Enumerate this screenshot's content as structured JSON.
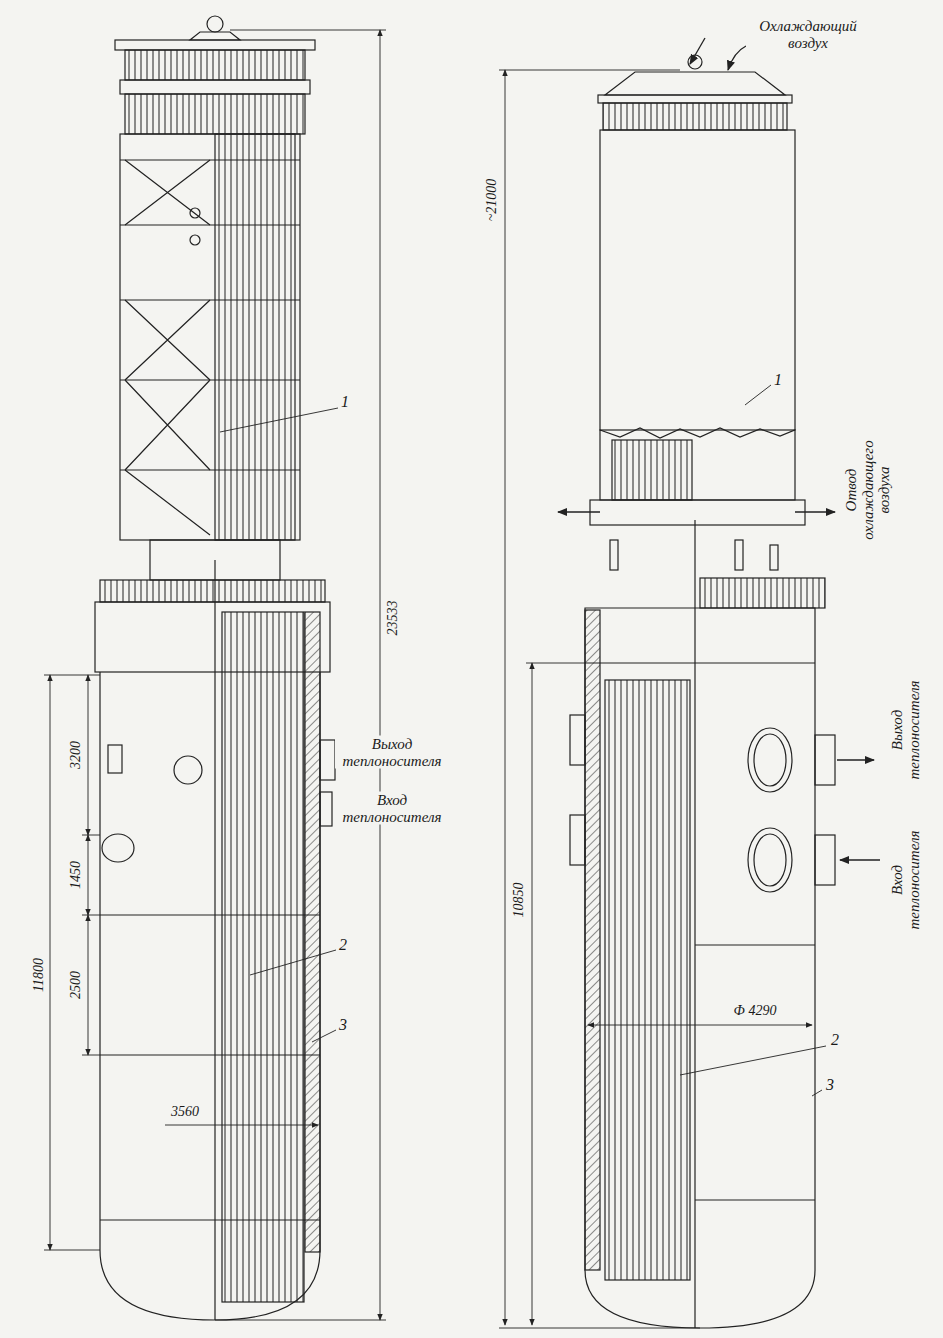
{
  "diagram": {
    "labels": [
      "1",
      "23533",
      "3200",
      "Выход теплоносителя",
      "Вход теплоносителя",
      "1450",
      "2",
      "2500",
      "11800",
      "3",
      "3560",
      "Охлаждающий воздух",
      "1",
      "Отвод охлаждающего воздуха",
      "~21000",
      "Выход теплоносителя",
      "Вход теплоносителя",
      "10850",
      "Ф 4290",
      "2",
      "3"
    ]
  }
}
